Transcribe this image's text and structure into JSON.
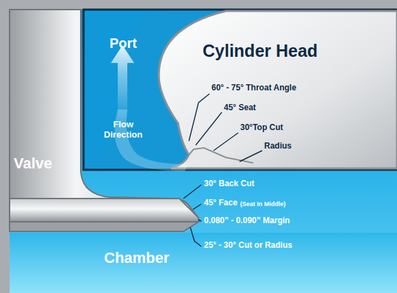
{
  "diagram": {
    "labels": [
      "Port",
      "Cylinder Head",
      "60° - 75° Throat Angle",
      "45° Seat",
      "30°Top Cut",
      "Radius",
      "Flow Direction",
      "Valve",
      "30° Back Cut",
      "45° Face",
      "(Seat In Middle)",
      "0.080” - 0.090” Margin",
      "25° - 30° Cut or Radius",
      "Chamber"
    ]
  }
}
